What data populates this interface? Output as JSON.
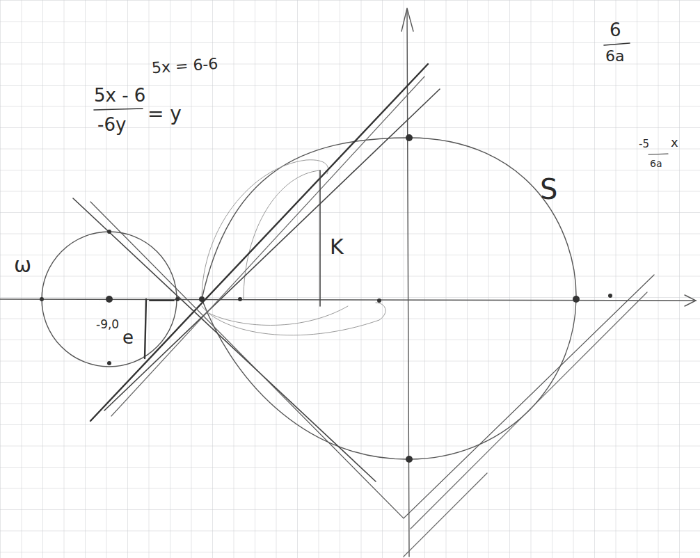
{
  "diagram": {
    "labels": [
      "5x - 6",
      "-6y",
      "= y",
      "5x = 6-6",
      "ω",
      "-9,0",
      "e",
      "K",
      "S",
      "6",
      "6a",
      "-5",
      "6a",
      "x"
    ]
  }
}
